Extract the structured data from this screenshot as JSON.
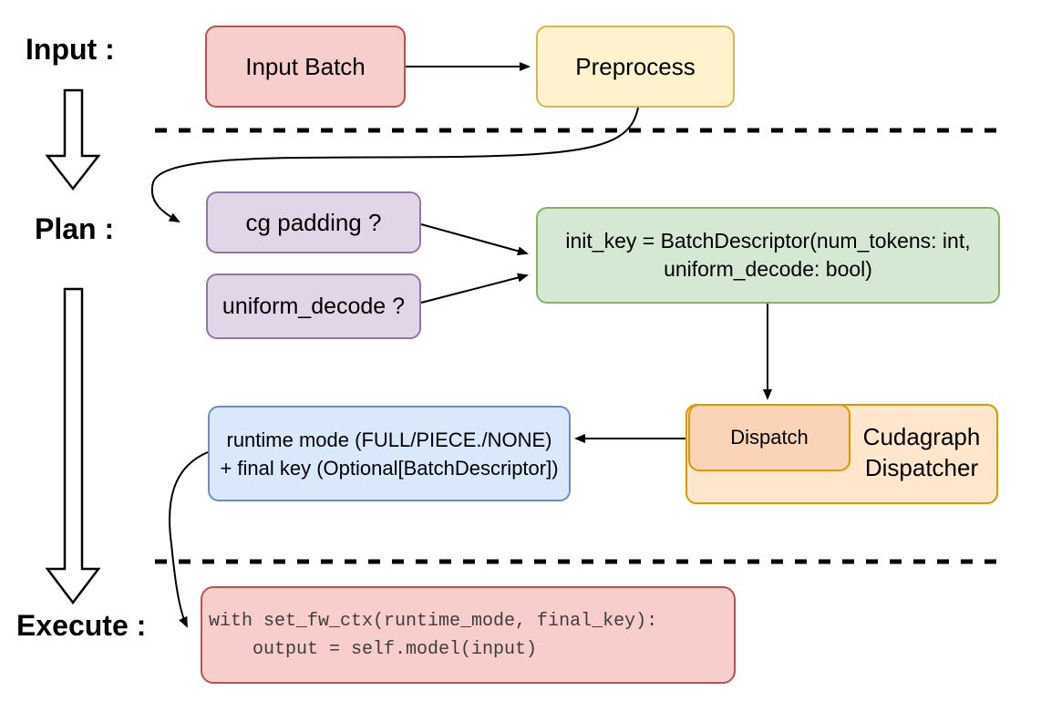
{
  "stage_labels": {
    "input": "Input :",
    "plan": "Plan :",
    "execute": "Execute :"
  },
  "nodes": {
    "input_batch": {
      "label": "Input Batch"
    },
    "preprocess": {
      "label": "Preprocess"
    },
    "cg_padding": {
      "label": "cg padding ?"
    },
    "uniform_decode": {
      "label": "uniform_decode ?"
    },
    "init_key": {
      "line1": "init_key = BatchDescriptor(num_tokens: int,",
      "line2": "uniform_decode: bool)"
    },
    "dispatch": {
      "label": "Dispatch"
    },
    "cudagraph_dispatcher": {
      "label": "Cudagraph Dispatcher"
    },
    "runtime_mode": {
      "line1": "runtime mode (FULL/PIECE./NONE)",
      "line2": "+ final key (Optional[BatchDescriptor])"
    },
    "execute_code": {
      "line1": "with set_fw_ctx(runtime_mode, final_key):",
      "line2": "    output = self.model(input)"
    }
  },
  "palette": {
    "red_fill": "#f8cecc",
    "red_stroke": "#b85450",
    "yellow_fill": "#fff2cc",
    "yellow_stroke": "#d6b656",
    "purple_fill": "#e1d5e7",
    "purple_stroke": "#9673a6",
    "green_fill": "#d5e8d4",
    "green_stroke": "#82b366",
    "orange_fill": "#ffe6cc",
    "orange_stroke": "#d79b00",
    "peach_fill": "#fbd3b7",
    "blue_fill": "#dae8fc",
    "blue_stroke": "#6c8ebf",
    "connector": "#000000",
    "code_text": "#3d3d3d"
  }
}
